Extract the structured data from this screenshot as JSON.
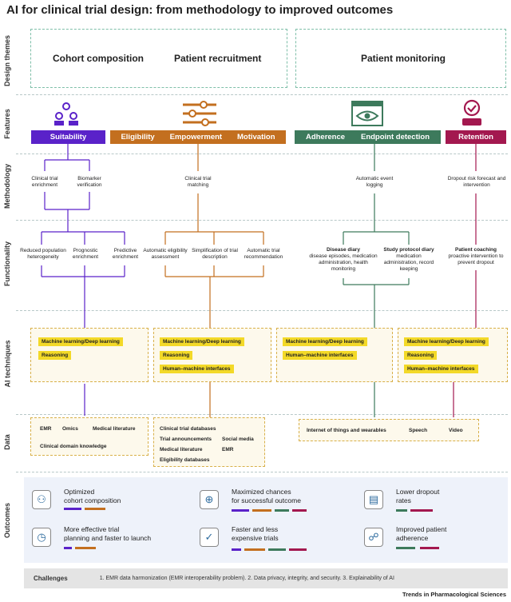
{
  "title": "AI for clinical trial design: from methodology to improved outcomes",
  "rows": {
    "design_themes": "Design themes",
    "features": "Features",
    "methodology": "Methodology",
    "functionality": "Functionality",
    "ai_techniques": "AI techniques",
    "data": "Data",
    "outcomes": "Outcomes"
  },
  "themes": {
    "cohort": "Cohort composition",
    "recruitment": "Patient recruitment",
    "monitoring": "Patient monitoring"
  },
  "features": {
    "suitability": "Suitability",
    "eligibility": "Eligibility",
    "empowerment": "Empowerment",
    "motivation": "Motivation",
    "adherence": "Adherence",
    "endpoint": "Endpoint detection",
    "retention": "Retention"
  },
  "methodology": {
    "enrichment": "Clinical trial enrichment",
    "biomarker": "Biomarker verification",
    "matching": "Clinical trial matching",
    "event_logging": "Automatic event logging",
    "dropout": "Dropout risk forecast and intervention"
  },
  "functionality": {
    "reduced": "Reduced population heterogeneity",
    "prognostic": "Prognostic enrichment",
    "predictive": "Predictive enrichment",
    "auto_elig": "Automatic eligibility assessment",
    "simplification": "Simplification of trial description",
    "auto_rec": "Automatic trial recommendation",
    "diary_title": "Disease diary",
    "diary_body": "disease episodes, medication administration, health monitoring",
    "protocol_title": "Study protocol diary",
    "protocol_body": "medication administration, record keeping",
    "coaching_title": "Patient coaching",
    "coaching_body": "proactive intervention to prevent dropout"
  },
  "techniques": {
    "ml": "Machine learning/Deep learning",
    "reasoning": "Reasoning",
    "hmi": "Human–machine interfaces"
  },
  "data": {
    "emr": "EMR",
    "omics": "Omics",
    "medlit": "Medical literature",
    "clinical_knowledge": "Clinical domain knowledge",
    "ct_db": "Clinical trial databases",
    "trial_ann": "Trial announcements",
    "social": "Social media",
    "medlit2": "Medical literature",
    "emr2": "EMR",
    "elig_db": "Eligibility databases",
    "iot": "Internet of things and wearables",
    "speech": "Speech",
    "video": "Video"
  },
  "outcomes": {
    "o1a": "Optimized",
    "o1b": "cohort composition",
    "o2a": "Maximized chances",
    "o2b": "for successful outcome",
    "o3a": "Lower dropout",
    "o3b": "rates",
    "o4a": "More effective trial",
    "o4b": "planning and faster to launch",
    "o5a": "Faster and less",
    "o5b": "expensive trials",
    "o6a": "Improved patient",
    "o6b": "adherence"
  },
  "challenges": {
    "label": "Challenges",
    "text": "1. EMR  data harmonization (EMR interoperability problem).  2. Data privacy, integrity, and security.  3. Explainability of AI"
  },
  "footer": "Trends in Pharmacological Sciences",
  "colors": {
    "purple": "#5a22c9",
    "orange": "#c36f1f",
    "green": "#3d7a5c",
    "crimson": "#a3184f",
    "yellow": "#f3d928",
    "teal_dash": "#7fbfa9"
  },
  "icons": {
    "suitability": "people-group-icon",
    "recruitment": "sliders-icon",
    "monitoring": "eye-window-icon",
    "retention": "person-check-icon"
  }
}
